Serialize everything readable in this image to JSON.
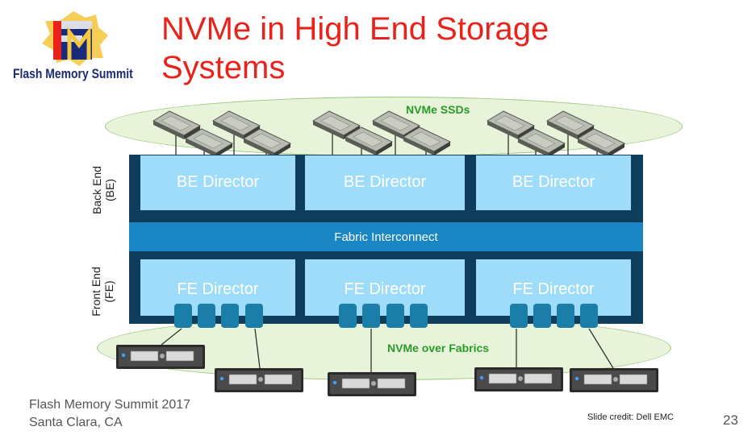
{
  "header": {
    "logo_text": "Flash Memory Summit",
    "title_lines": [
      "NVMe in High End Storage",
      "Systems"
    ]
  },
  "diagram": {
    "ssd_label": "NVMe SSDs",
    "fabric_label": "NVMe over Fabrics",
    "back_end_label": [
      "Back End",
      "(BE)"
    ],
    "front_end_label": [
      "Front End",
      "(FE)"
    ],
    "be_directors": [
      "BE Director",
      "BE Director",
      "BE Director"
    ],
    "fabric_interconnect": "Fabric Interconnect",
    "fe_directors": [
      "FE Director",
      "FE Director",
      "FE Director"
    ]
  },
  "footer": {
    "event_lines": [
      "Flash Memory Summit 2017",
      "Santa Clara, CA"
    ],
    "credit": "Slide credit: Dell EMC",
    "page_number": "23"
  },
  "colors": {
    "title_red": "#e8231c",
    "frame_navy": "#0f3e5c",
    "director_light_blue": "#9fdcfa",
    "fabric_blue": "#1b86c4",
    "oval_green": "#e8f4da",
    "label_green": "#2a9a2a"
  }
}
